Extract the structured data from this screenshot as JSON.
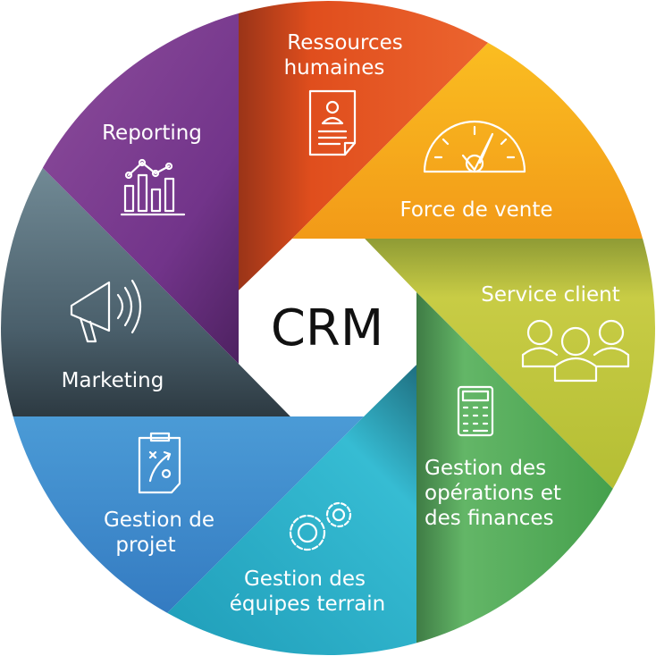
{
  "center": {
    "label": "CRM"
  },
  "sectors": {
    "rh": {
      "line1": "Ressources",
      "line2": "humaines",
      "color": "#e8531f",
      "icon": "resume-document-icon"
    },
    "vente": {
      "line1": "Force de vente",
      "color": "#f5a21b",
      "icon": "speedometer-icon"
    },
    "service": {
      "line1": "Service client",
      "color": "#c3c83f",
      "icon": "customers-group-icon"
    },
    "ops": {
      "line1": "Gestion des",
      "line2": "opérations et",
      "line3": "des finances",
      "color": "#5cb35d",
      "icon": "calculator-icon"
    },
    "equipes": {
      "line1": "Gestion des",
      "line2": "équipes terrain",
      "color": "#33b9d1",
      "icon": "gears-icon"
    },
    "projet": {
      "line1": "Gestion de",
      "line2": "projet",
      "color": "#4a94d2",
      "icon": "strategy-clipboard-icon"
    },
    "marketing": {
      "line1": "Marketing",
      "color": "#4e6571",
      "icon": "megaphone-icon"
    },
    "reporting": {
      "line1": "Reporting",
      "color": "#7b3b90",
      "icon": "bar-chart-icon"
    }
  }
}
